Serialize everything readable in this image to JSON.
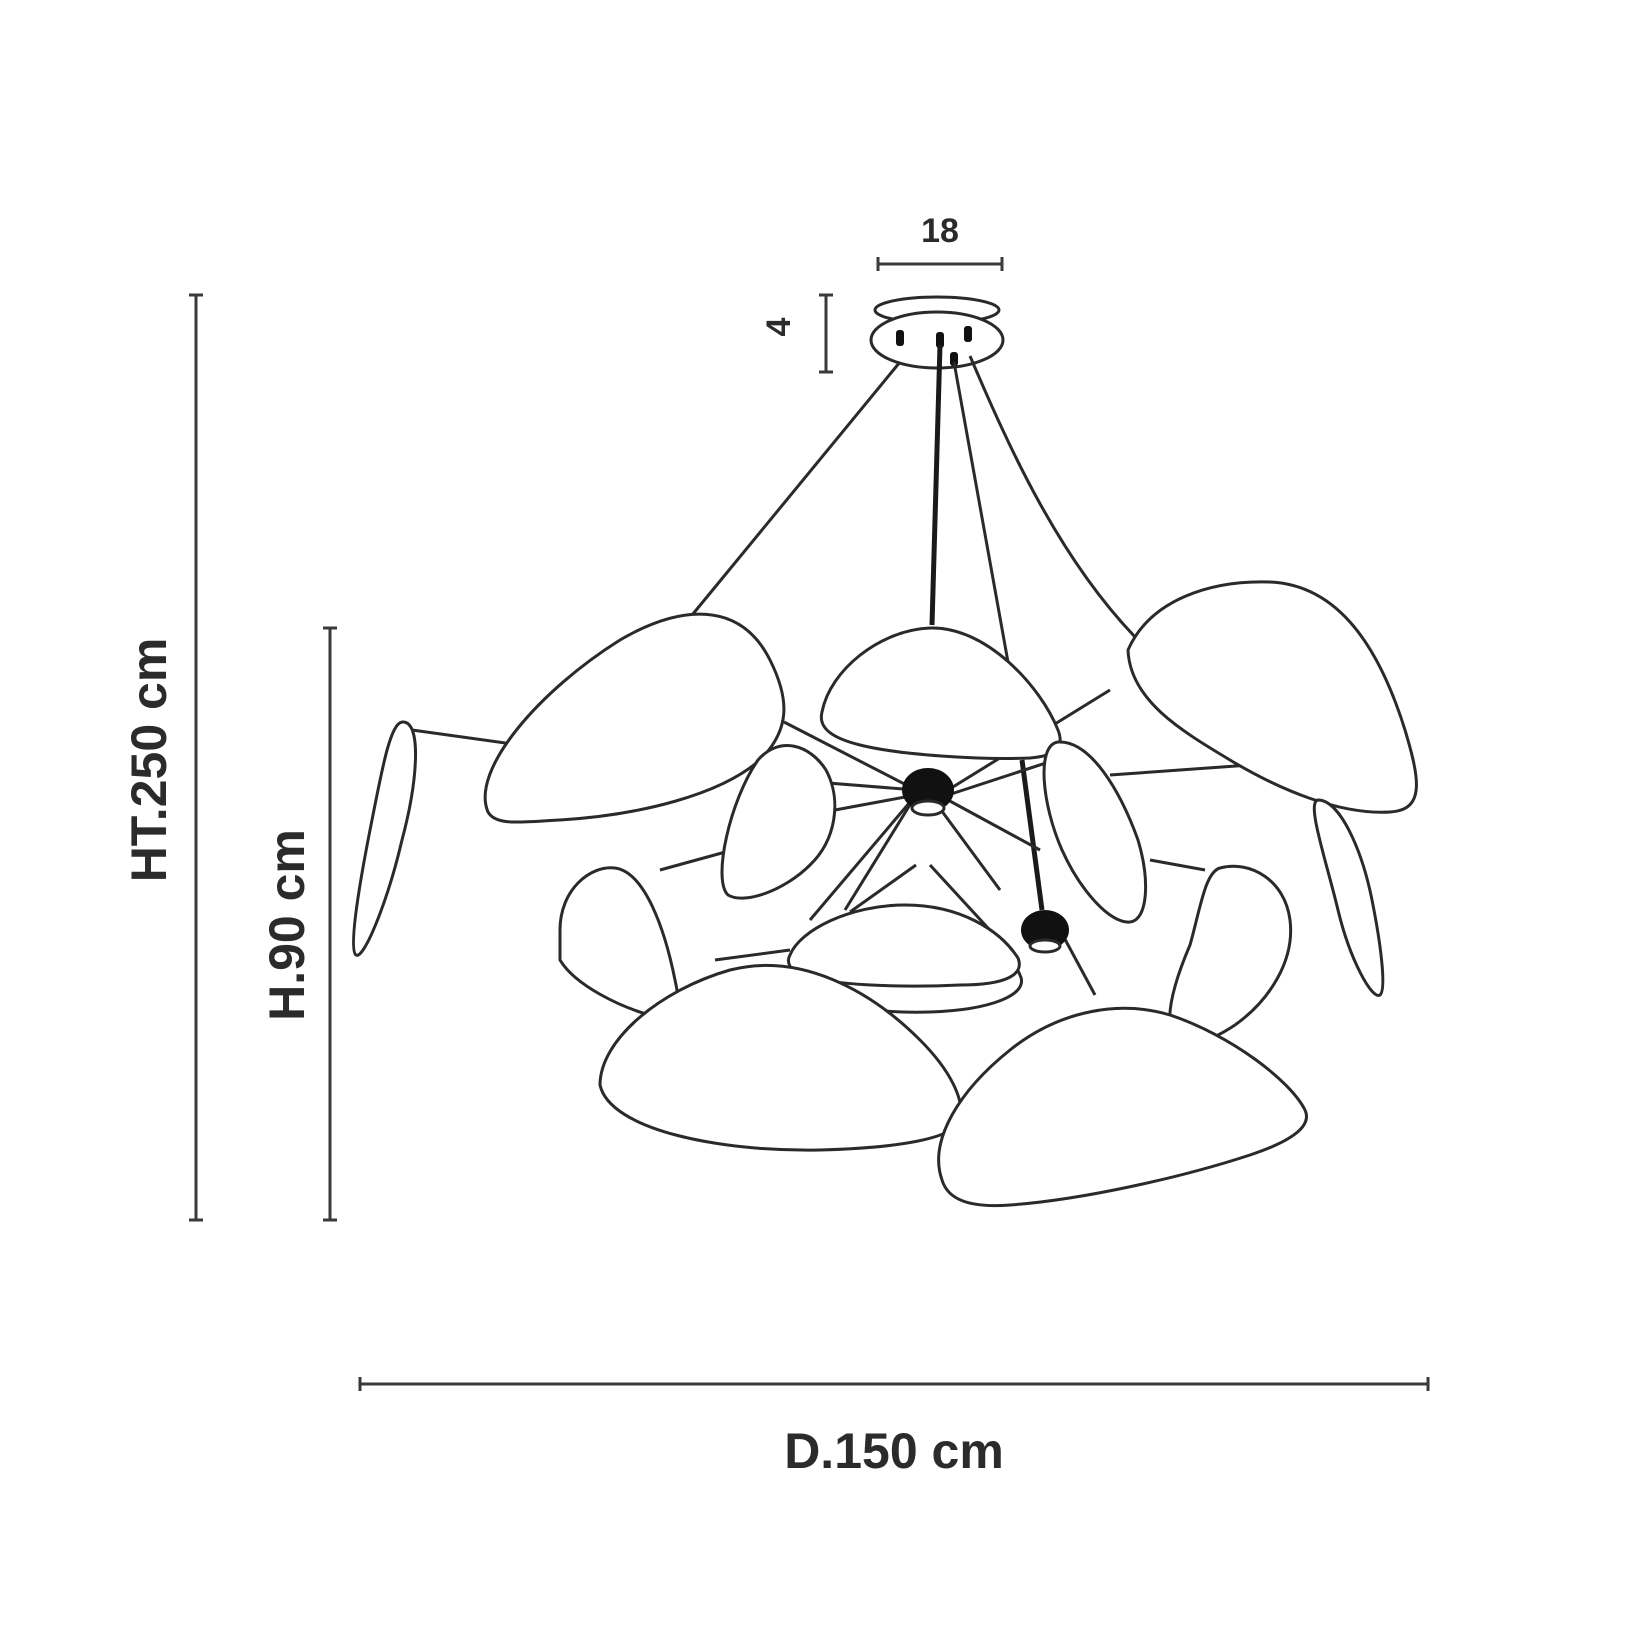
{
  "dimensions": {
    "canopy_width": "18",
    "canopy_height": "4",
    "total_height": "HT.250 cm",
    "body_height": "H.90 cm",
    "diameter": "D.150 cm"
  },
  "colors": {
    "line": "#2a2a2a",
    "background": "#ffffff"
  }
}
